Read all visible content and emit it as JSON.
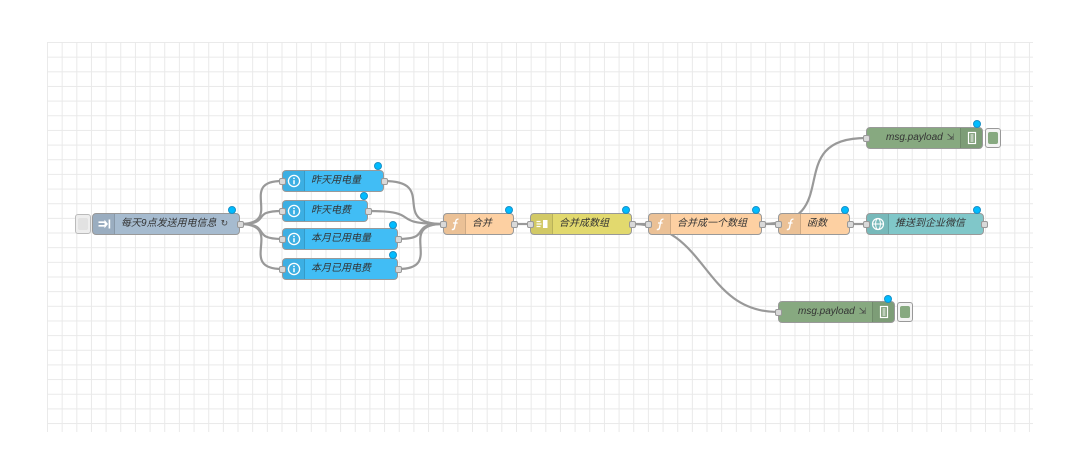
{
  "canvas": {
    "grid": true,
    "wire_color": "#999999",
    "changed_indicator_color": "#00bcff"
  },
  "nodes": [
    {
      "label": "每天9点发送用电信息",
      "suffix": "↻",
      "icon": "inject-arrow-icon",
      "color": "#a6bbcf"
    },
    {
      "label": "昨天用电量",
      "icon": "info-icon",
      "color": "#41bdf5"
    },
    {
      "label": "昨天电费",
      "icon": "info-icon",
      "color": "#41bdf5"
    },
    {
      "label": "本月已用电量",
      "icon": "info-icon",
      "color": "#41bdf5"
    },
    {
      "label": "本月已用电费",
      "icon": "info-icon",
      "color": "#41bdf5"
    },
    {
      "label": "合并",
      "icon": "function-icon",
      "color": "#fdd0a2"
    },
    {
      "label": "合并成数组",
      "icon": "join-icon",
      "color": "#e2d96e"
    },
    {
      "label": "合并成一个数组",
      "icon": "function-icon",
      "color": "#fdd0a2"
    },
    {
      "label": "函数",
      "icon": "function-icon",
      "color": "#fdd0a2"
    },
    {
      "label": "推送到企业微信",
      "icon": "globe-icon",
      "color": "#80c7c9"
    },
    {
      "label": "msg.payload",
      "suffix": "⇲",
      "icon": "debug-list-icon",
      "color": "#87a980"
    },
    {
      "label": "msg.payload",
      "suffix": "⇲",
      "icon": "debug-list-icon",
      "color": "#87a980"
    }
  ]
}
